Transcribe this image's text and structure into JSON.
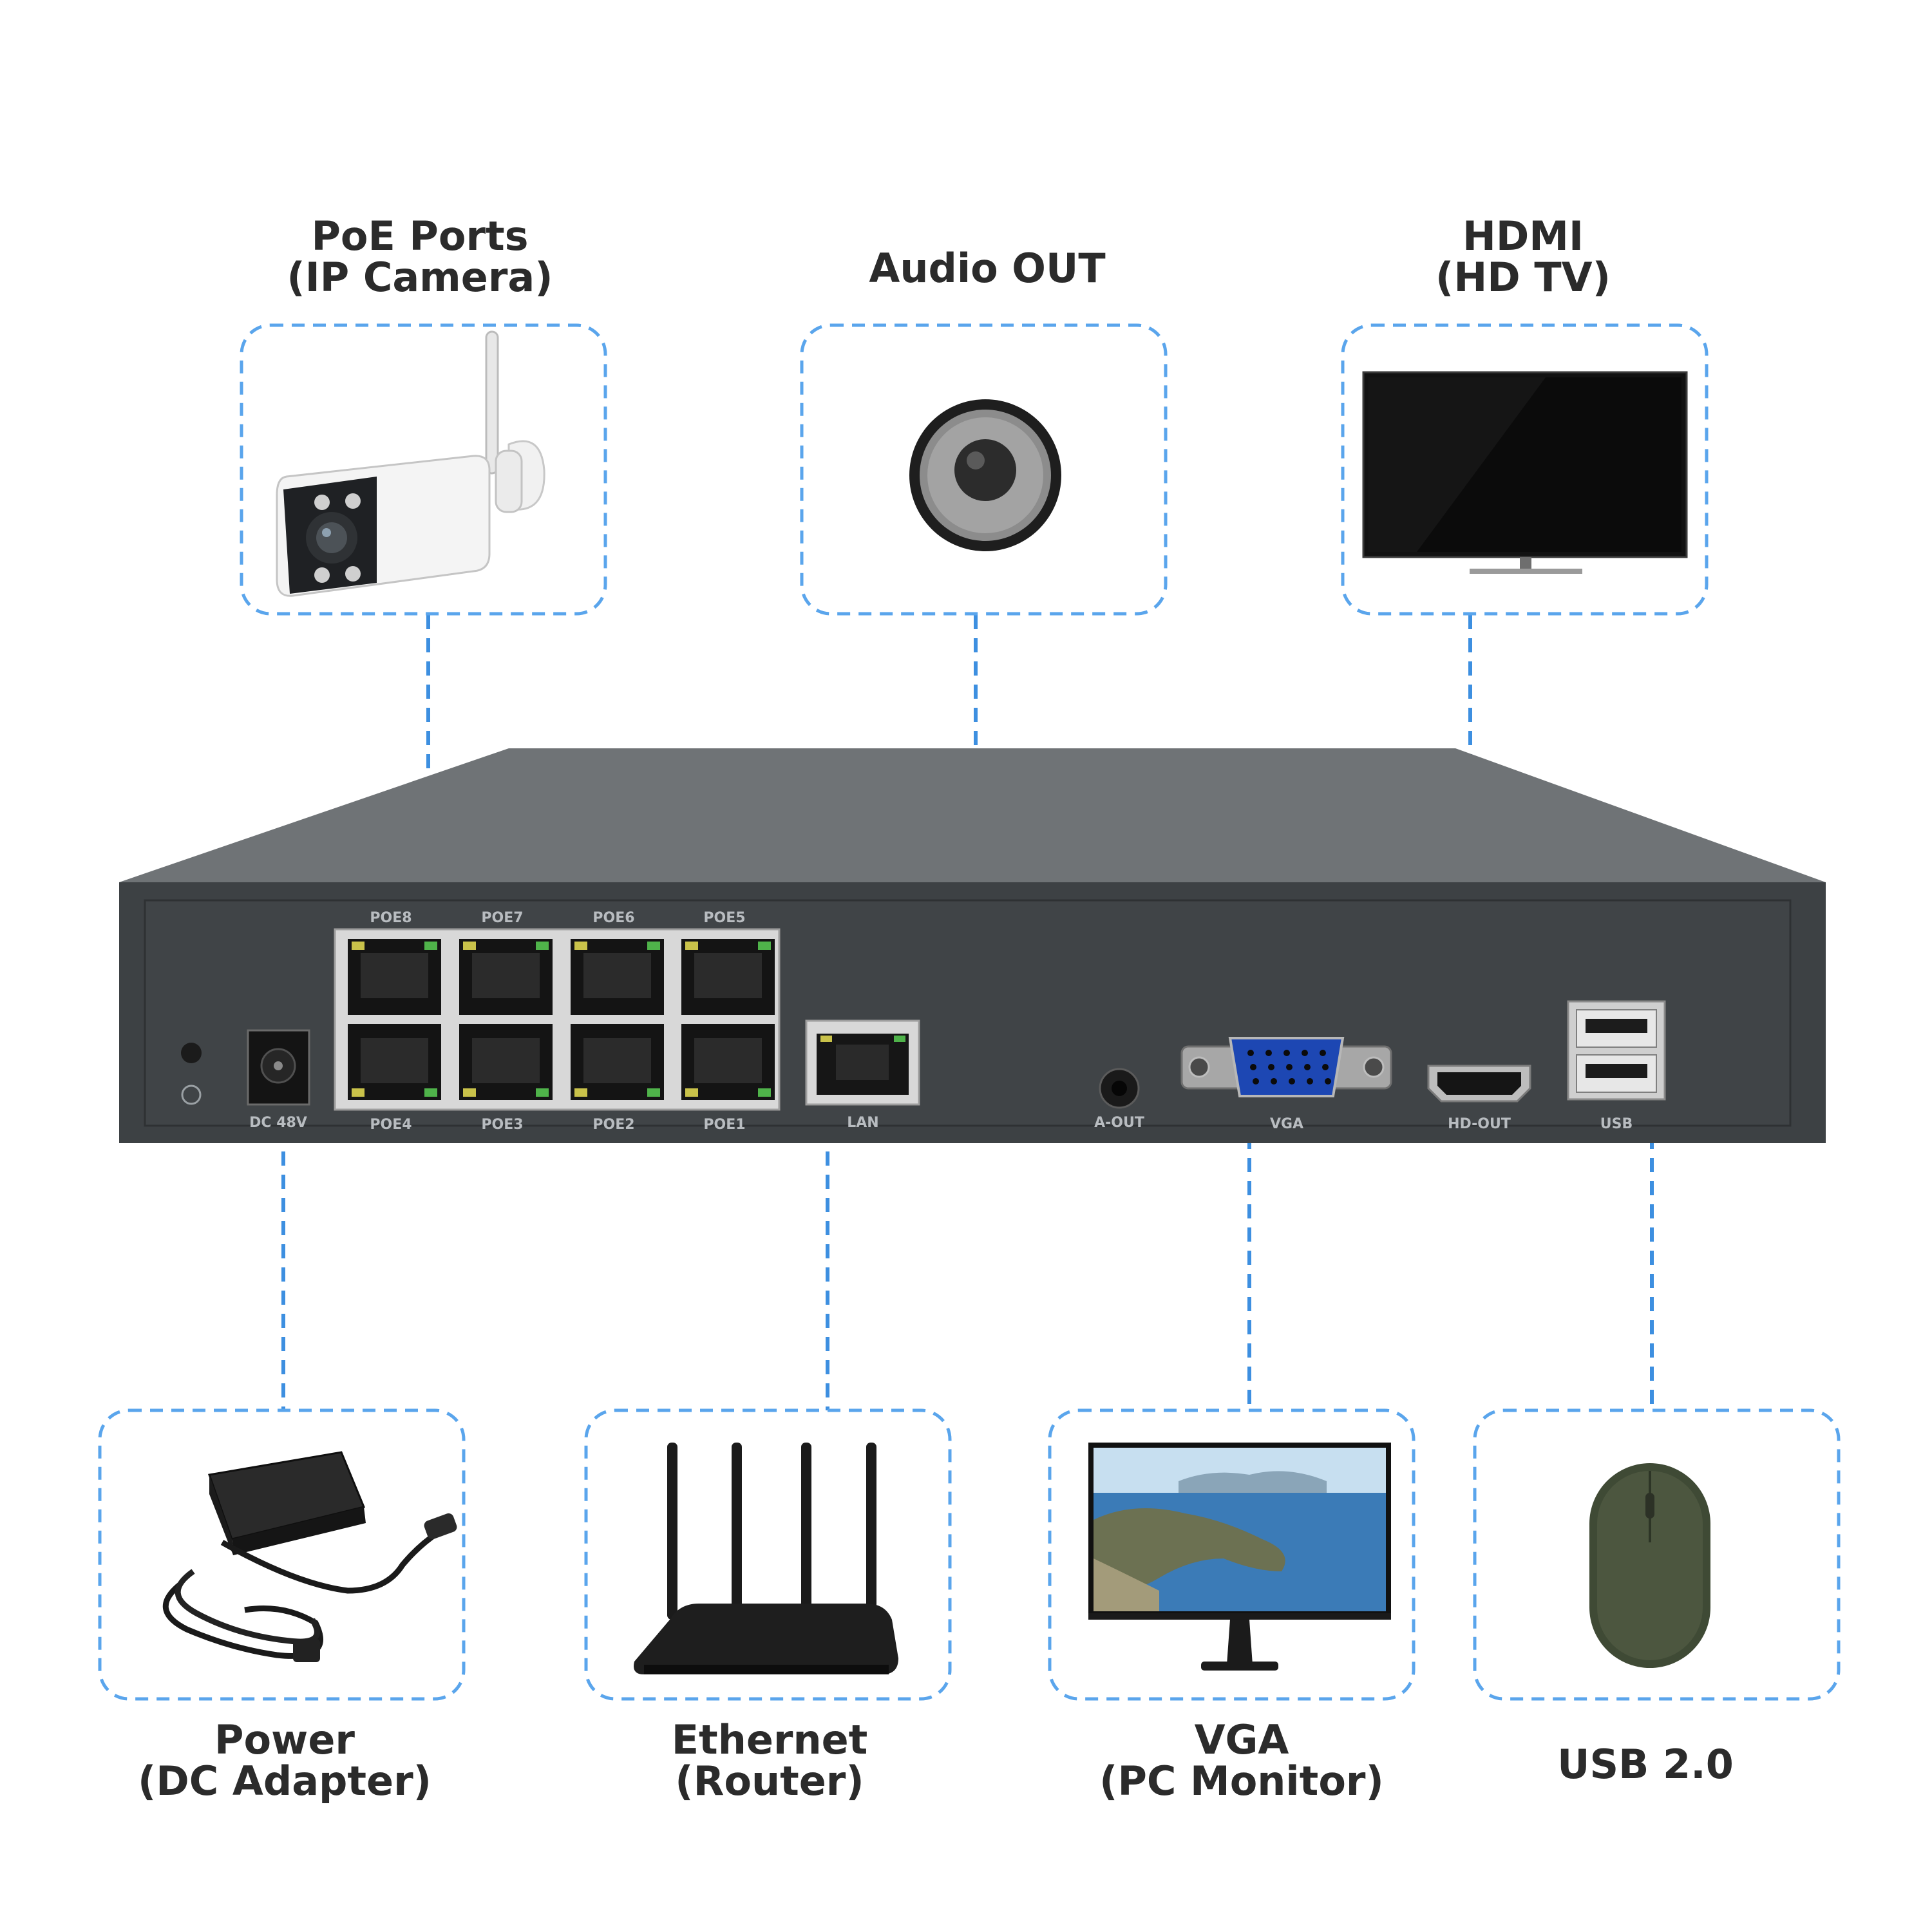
{
  "captions": {
    "poe": {
      "line1": "PoE Ports",
      "line2": "(IP Camera)"
    },
    "audio": {
      "line1": "Audio OUT"
    },
    "hdmi": {
      "line1": "HDMI",
      "line2": "(HD TV)"
    },
    "power": {
      "line1": "Power",
      "line2": "(DC Adapter)"
    },
    "ethernet": {
      "line1": "Ethernet",
      "line2": "(Router)"
    },
    "vga": {
      "line1": "VGA",
      "line2": "(PC Monitor)"
    },
    "usb": {
      "line1": "USB 2.0"
    }
  },
  "device": {
    "ports_top": [
      "POE8",
      "POE7",
      "POE6",
      "POE5"
    ],
    "ports_bottom": [
      "POE4",
      "POE3",
      "POE2",
      "POE1"
    ],
    "dc": "DC 48V",
    "lan": "LAN",
    "aout": "A-OUT",
    "vga": "VGA",
    "hdout": "HD-OUT",
    "usb": "USB"
  },
  "colors": {
    "connector_line": "#3d8fe0",
    "box_border": "#5aa5ec",
    "caption_text": "#2b2b2b",
    "device_body": "#3d4144",
    "device_top": "#6f7376"
  },
  "icons": {
    "top": [
      "ip-camera-icon",
      "speaker-icon",
      "tv-icon"
    ],
    "bottom": [
      "power-adapter-icon",
      "router-icon",
      "monitor-icon",
      "mouse-icon"
    ]
  }
}
